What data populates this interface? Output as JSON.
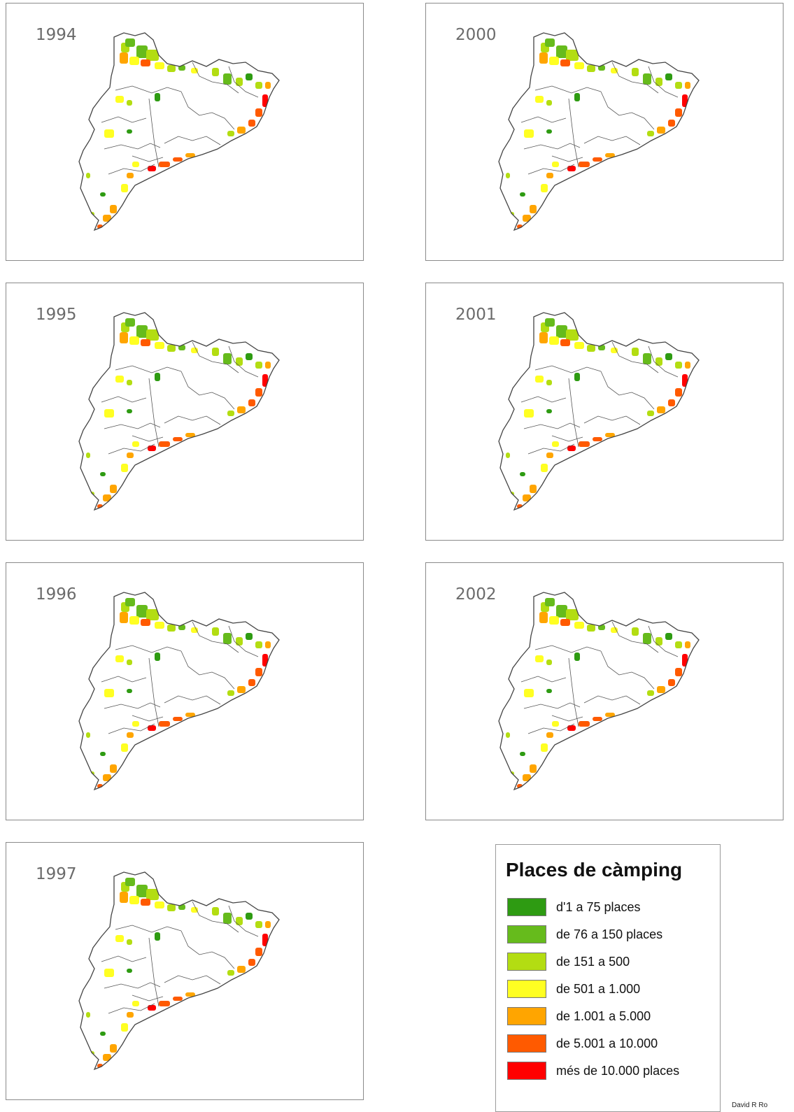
{
  "maps": [
    {
      "year": "1994"
    },
    {
      "year": "2000"
    },
    {
      "year": "1995"
    },
    {
      "year": "2001"
    },
    {
      "year": "1996"
    },
    {
      "year": "2002"
    },
    {
      "year": "1997"
    }
  ],
  "legend": {
    "title": "Places de càmping",
    "items": [
      {
        "label": "d'1 a 75 places",
        "color": "#2e9b12"
      },
      {
        "label": "de 76 a 150 places",
        "color": "#66bb1c"
      },
      {
        "label": "de 151 a 500",
        "color": "#b3dd12"
      },
      {
        "label": "de 501 a 1.000",
        "color": "#ffff22"
      },
      {
        "label": "de 1.001 a 5.000",
        "color": "#ffa500"
      },
      {
        "label": "de 5.001 a 10.000",
        "color": "#ff5a00"
      },
      {
        "label": "més de 10.000 places",
        "color": "#ff0000"
      }
    ]
  },
  "credit": "David R Ro"
}
